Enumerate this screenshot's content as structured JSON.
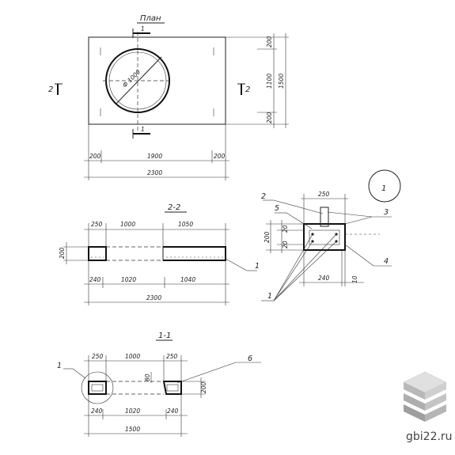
{
  "plan": {
    "title": "План",
    "section_mark_1": "1",
    "section_mark_2": "2",
    "diameter_label": "Ф 1000",
    "dims": {
      "left_200": "200",
      "mid_1900": "1900",
      "right_200": "200",
      "total_2300": "2300",
      "right_200_top": "200",
      "right_1100": "1100",
      "right_200_bottom": "200",
      "right_total_1500": "1500"
    }
  },
  "section_2_2": {
    "title": "2-2",
    "dims": {
      "top_250": "250",
      "top_1000": "1000",
      "top_1050": "1050",
      "left_200": "200",
      "bottom_240": "240",
      "bottom_1020": "1020",
      "bottom_1040": "1040",
      "total_2300": "2300"
    },
    "callout": "1"
  },
  "detail_1": {
    "circle_label": "1",
    "dims": {
      "top_250": "250",
      "left_200": "200",
      "left_20a": "20",
      "left_20b": "20",
      "bottom_240": "240",
      "bottom_10": "10"
    },
    "callouts": [
      "2",
      "5",
      "3",
      "4",
      "1"
    ]
  },
  "section_1_1": {
    "title": "1-1",
    "dims": {
      "top_250a": "250",
      "top_1000": "1000",
      "top_250b": "250",
      "mid_80": "80",
      "right_200": "200",
      "bottom_240a": "240",
      "bottom_1020": "1020",
      "bottom_240b": "240",
      "total_1500": "1500"
    },
    "callouts": [
      "1",
      "6"
    ]
  },
  "watermark": {
    "text": "gbi22.ru",
    "colors": {
      "top": "#d9d9d9",
      "mid": "#bfbfbf",
      "bottom": "#a6a6a6"
    }
  }
}
